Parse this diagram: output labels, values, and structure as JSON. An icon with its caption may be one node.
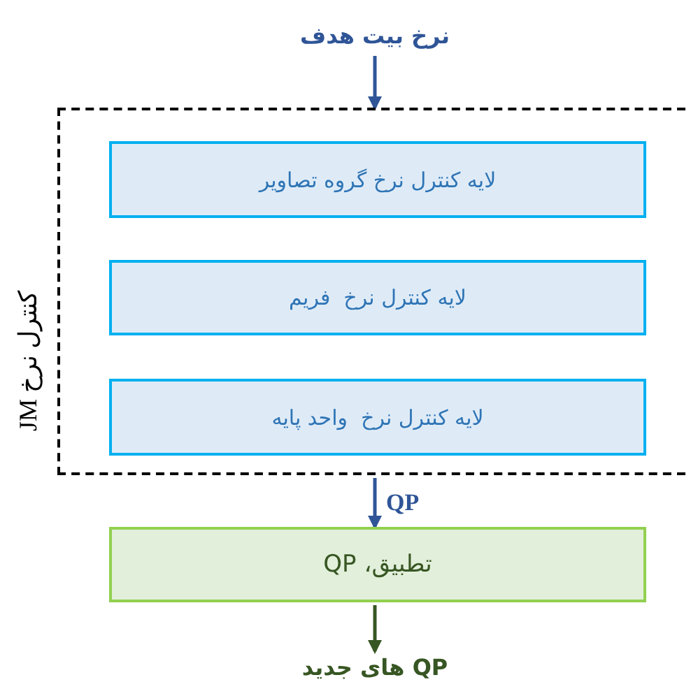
{
  "diagram": {
    "nodes": [
      {
        "text": [
          "نرخ بیت هدف"
        ]
      },
      {
        "text": [
          "کنترل نرخ JM"
        ]
      },
      {
        "text": [
          "لایه کنترل نرخ گروه تصاویر"
        ],
        "in": 1
      },
      {
        "text": [
          "لایه کنترل نرخ  فریم"
        ],
        "in": 1
      },
      {
        "text": [
          "لایه کنترل نرخ  واحد پایه"
        ],
        "in": 1
      },
      {
        "text": [
          "تطبیق، QP"
        ]
      },
      {
        "text": [
          "QP های جدید"
        ]
      }
    ],
    "edges": [
      {
        "from": 0,
        "to": 1,
        "arrow": "to"
      },
      {
        "from": 1,
        "to": 5,
        "arrow": "to",
        "label": "QP"
      },
      {
        "from": 5,
        "to": 6,
        "arrow": "to",
        "color": "#375623"
      }
    ]
  }
}
